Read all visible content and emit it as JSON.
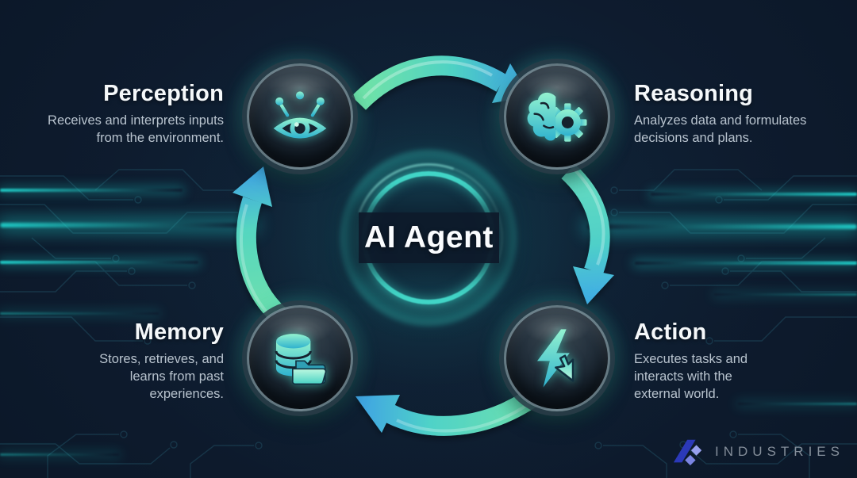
{
  "title": "AI Agent",
  "brand": {
    "name": "INDUSTRIES"
  },
  "stages": [
    {
      "id": "perception",
      "label": "Perception",
      "description": "Receives and interprets inputs from the environment.",
      "icon": "eye-sensors-icon"
    },
    {
      "id": "reasoning",
      "label": "Reasoning",
      "description": "Analyzes data and formulates decisions and plans.",
      "icon": "brain-gear-icon"
    },
    {
      "id": "action",
      "label": "Action",
      "description": "Executes tasks and interacts with the external world.",
      "icon": "lightning-cursor-icon"
    },
    {
      "id": "memory",
      "label": "Memory",
      "description": "Stores, retrieves, and learns from past experiences.",
      "icon": "database-folder-icon"
    }
  ],
  "cycle": {
    "direction": "clockwise",
    "order": [
      "Perception",
      "Reasoning",
      "Action",
      "Memory"
    ]
  },
  "colors": {
    "background": "#0d1a2c",
    "accent_teal": "#3fe0c8",
    "arrow_green": "#6fe0a6",
    "arrow_blue": "#3f9fe2",
    "title_text": "#f5f8fa",
    "description_text": "#b8c3ce",
    "brand_text": "#848e9a",
    "brand_mark_blue": "#2b39b8"
  }
}
